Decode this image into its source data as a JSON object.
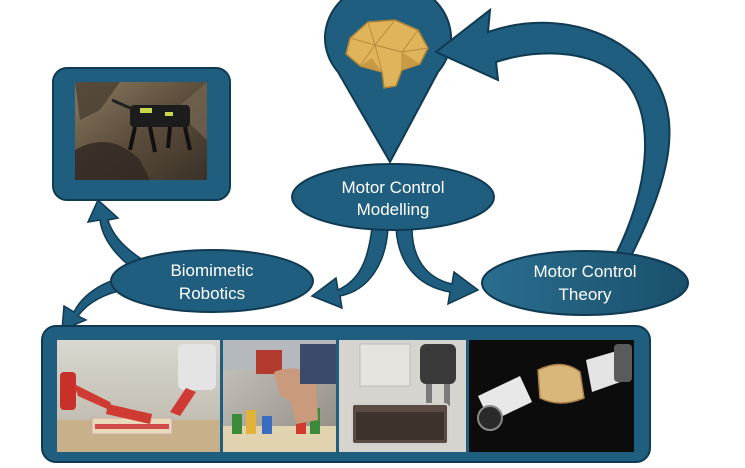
{
  "nodes": {
    "modelling": {
      "line1": "Motor Control",
      "line2": "Modelling"
    },
    "robotics": {
      "line1": "Biomimetic",
      "line2": "Robotics"
    },
    "theory": {
      "line1": "Motor Control",
      "line2": "Theory"
    }
  },
  "colors": {
    "node_fill": "#1f5e7e",
    "node_stroke": "#103a52",
    "arrow_fill": "#1f5e7e",
    "brain": "#e0b45a"
  },
  "images": {
    "top_left": "robot-dog-in-cave-photo",
    "bottom": [
      "red-robot-arm-photo",
      "hand-stacking-blocks-photo",
      "robot-gripper-container-photo",
      "robot-holding-bread-photo"
    ]
  }
}
